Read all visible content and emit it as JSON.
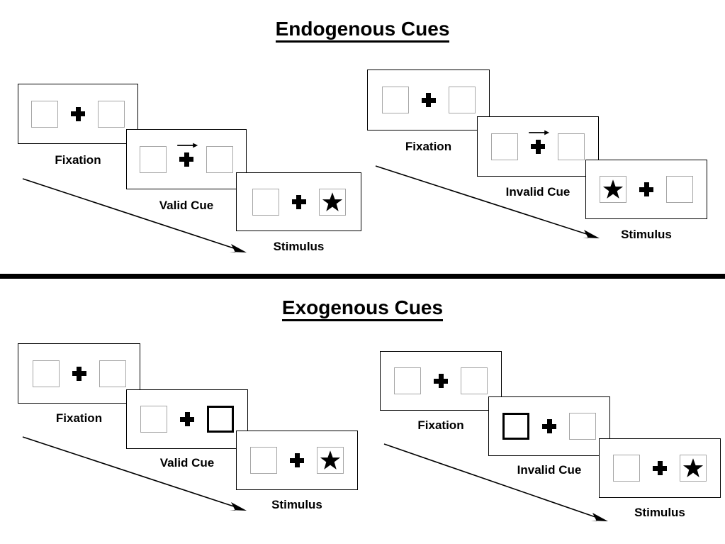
{
  "figure": {
    "sections": [
      {
        "id": "endogenous",
        "title": "Endogenous Cues",
        "panels": [
          {
            "id": "endogenous-valid",
            "cards": [
              {
                "label": "Fixation",
                "left_content": "empty",
                "right_content": "empty",
                "cue": "none",
                "cue_side": "none"
              },
              {
                "label": "Valid Cue",
                "left_content": "empty",
                "right_content": "empty",
                "cue": "arrow",
                "cue_side": "right"
              },
              {
                "label": "Stimulus",
                "left_content": "empty",
                "right_content": "star",
                "cue": "none",
                "cue_side": "none"
              }
            ]
          },
          {
            "id": "endogenous-invalid",
            "cards": [
              {
                "label": "Fixation",
                "left_content": "empty",
                "right_content": "empty",
                "cue": "none",
                "cue_side": "none"
              },
              {
                "label": "Invalid Cue",
                "left_content": "empty",
                "right_content": "empty",
                "cue": "arrow",
                "cue_side": "right"
              },
              {
                "label": "Stimulus",
                "left_content": "star",
                "right_content": "empty",
                "cue": "none",
                "cue_side": "none"
              }
            ]
          }
        ]
      },
      {
        "id": "exogenous",
        "title": "Exogenous Cues",
        "panels": [
          {
            "id": "exogenous-valid",
            "cards": [
              {
                "label": "Fixation",
                "left_content": "empty",
                "right_content": "empty",
                "cue": "none",
                "cue_side": "none"
              },
              {
                "label": "Valid Cue",
                "left_content": "empty",
                "right_content": "empty",
                "cue": "highlight",
                "cue_side": "right"
              },
              {
                "label": "Stimulus",
                "left_content": "empty",
                "right_content": "star",
                "cue": "none",
                "cue_side": "none"
              }
            ]
          },
          {
            "id": "exogenous-invalid",
            "cards": [
              {
                "label": "Fixation",
                "left_content": "empty",
                "right_content": "empty",
                "cue": "none",
                "cue_side": "none"
              },
              {
                "label": "Invalid Cue",
                "left_content": "empty",
                "right_content": "empty",
                "cue": "highlight",
                "cue_side": "left"
              },
              {
                "label": "Stimulus",
                "left_content": "empty",
                "right_content": "star",
                "cue": "none",
                "cue_side": "none"
              }
            ]
          }
        ]
      }
    ],
    "colors": {
      "card_border": "#000000",
      "box_border": "#a6a6a6",
      "cue_highlight": "#000000",
      "marker": "#000000",
      "divider": "#000000",
      "background": "#ffffff"
    }
  }
}
